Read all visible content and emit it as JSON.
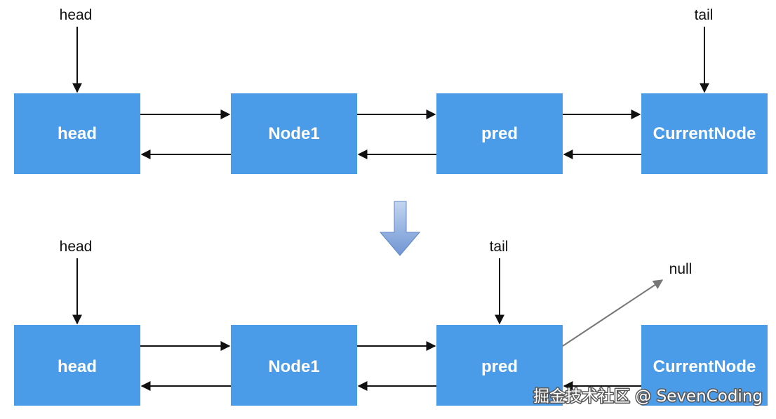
{
  "top_row": {
    "nodes": [
      "head",
      "Node1",
      "pred",
      "CurrentNode"
    ],
    "head_pointer": "head",
    "tail_pointer": "tail"
  },
  "bottom_row": {
    "nodes": [
      "head",
      "Node1",
      "pred",
      "CurrentNode"
    ],
    "head_pointer": "head",
    "tail_pointer": "tail",
    "null_label": "null"
  },
  "colors": {
    "node_fill": "#4a9be8",
    "transition_arrow": "#7a9fd6"
  },
  "watermark": "掘金技术社区 @ SevenCoding"
}
